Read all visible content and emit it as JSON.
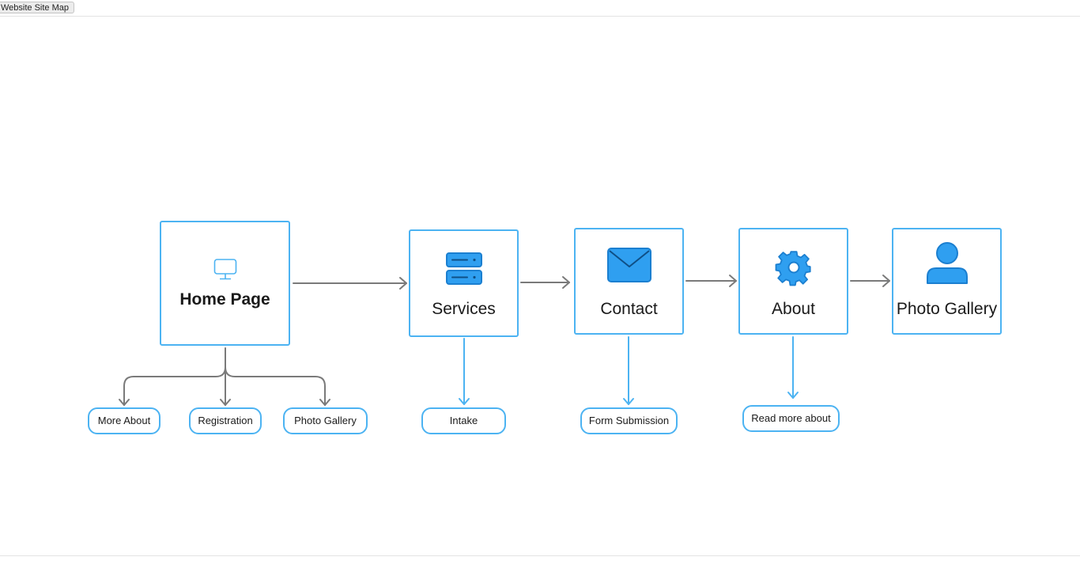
{
  "window": {
    "tab_label": "Website Site Map"
  },
  "colors": {
    "accent": "#4cb3f2",
    "icon_fill": "#2f9ff0",
    "connector": "#7a7a7a"
  },
  "nodes": {
    "home": {
      "label": "Home Page",
      "icon": "monitor-icon"
    },
    "services": {
      "label": "Services",
      "icon": "server-icon"
    },
    "contact": {
      "label": "Contact",
      "icon": "mail-icon"
    },
    "about": {
      "label": "About",
      "icon": "gear-icon"
    },
    "gallery": {
      "label": "Photo Gallery",
      "icon": "user-icon"
    }
  },
  "subpages": {
    "more_about": "More About",
    "registration": "Registration",
    "photo_gallery": "Photo Gallery",
    "intake": "Intake",
    "form_submission": "Form Submission",
    "read_more": "Read more about"
  }
}
